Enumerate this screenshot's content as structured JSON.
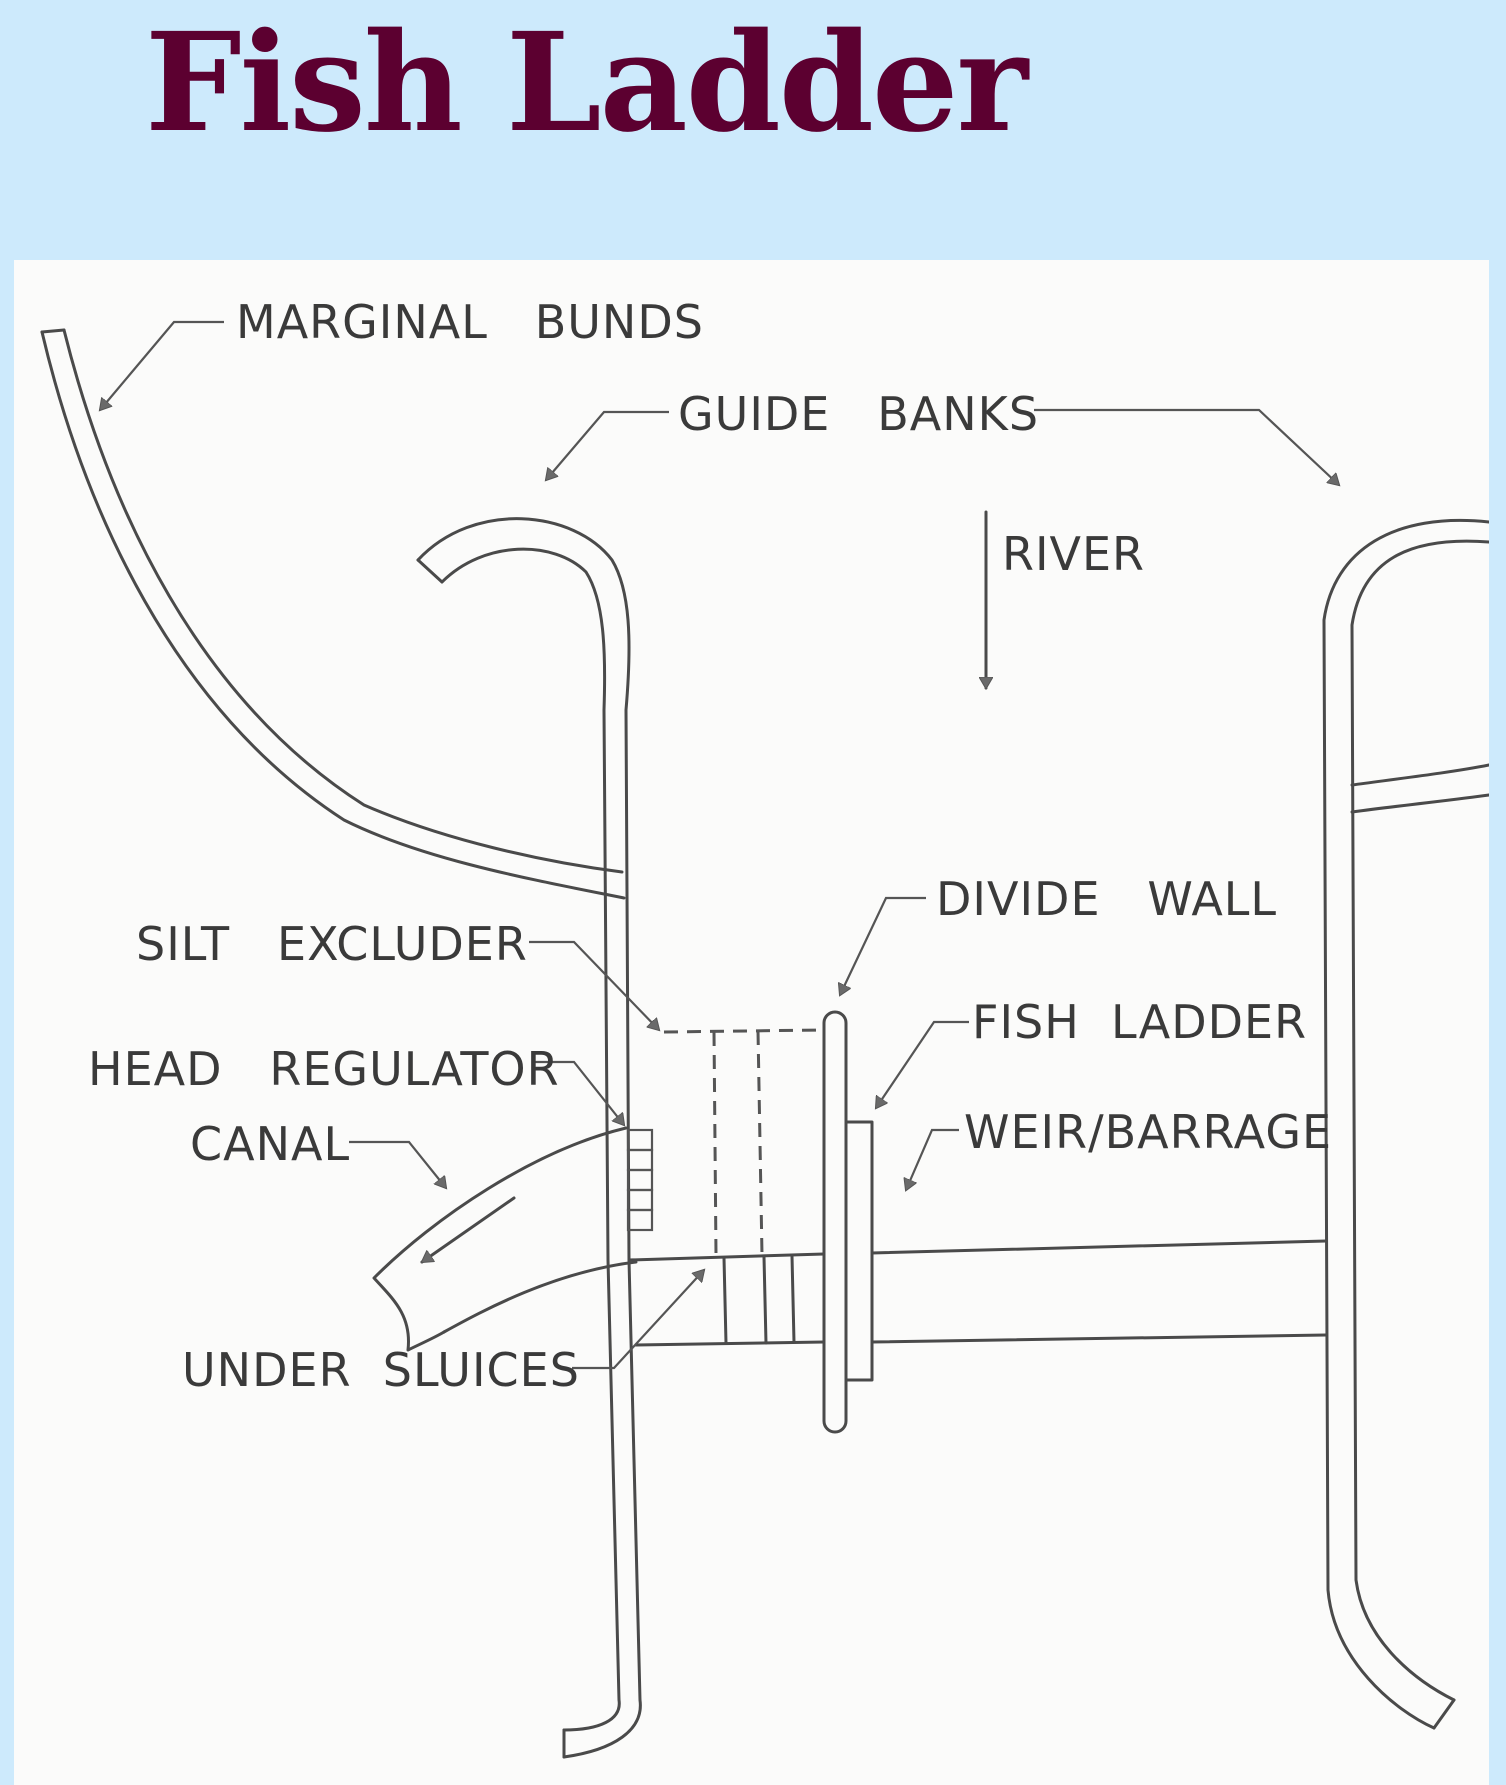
{
  "title": "Fish Ladder",
  "diagram": {
    "labels": {
      "marginal_bunds": "MARGINAL   BUNDS",
      "guide_banks": "GUIDE   BANKS",
      "river": "RIVER",
      "divide_wall": "DIVIDE   WALL",
      "silt_excluder": "SILT   EXCLUDER",
      "fish_ladder": "FISH  LADDER",
      "head_regulator": "HEAD   REGULATOR",
      "weir_barrage": "WEIR/BARRAGE",
      "canal": "CANAL",
      "under_sluices": "UNDER  SLUICES"
    }
  },
  "colors": {
    "background": "#cdeafc",
    "title": "#5c0030",
    "panel": "#fbfbfa",
    "ink": "#4a4a4a"
  }
}
